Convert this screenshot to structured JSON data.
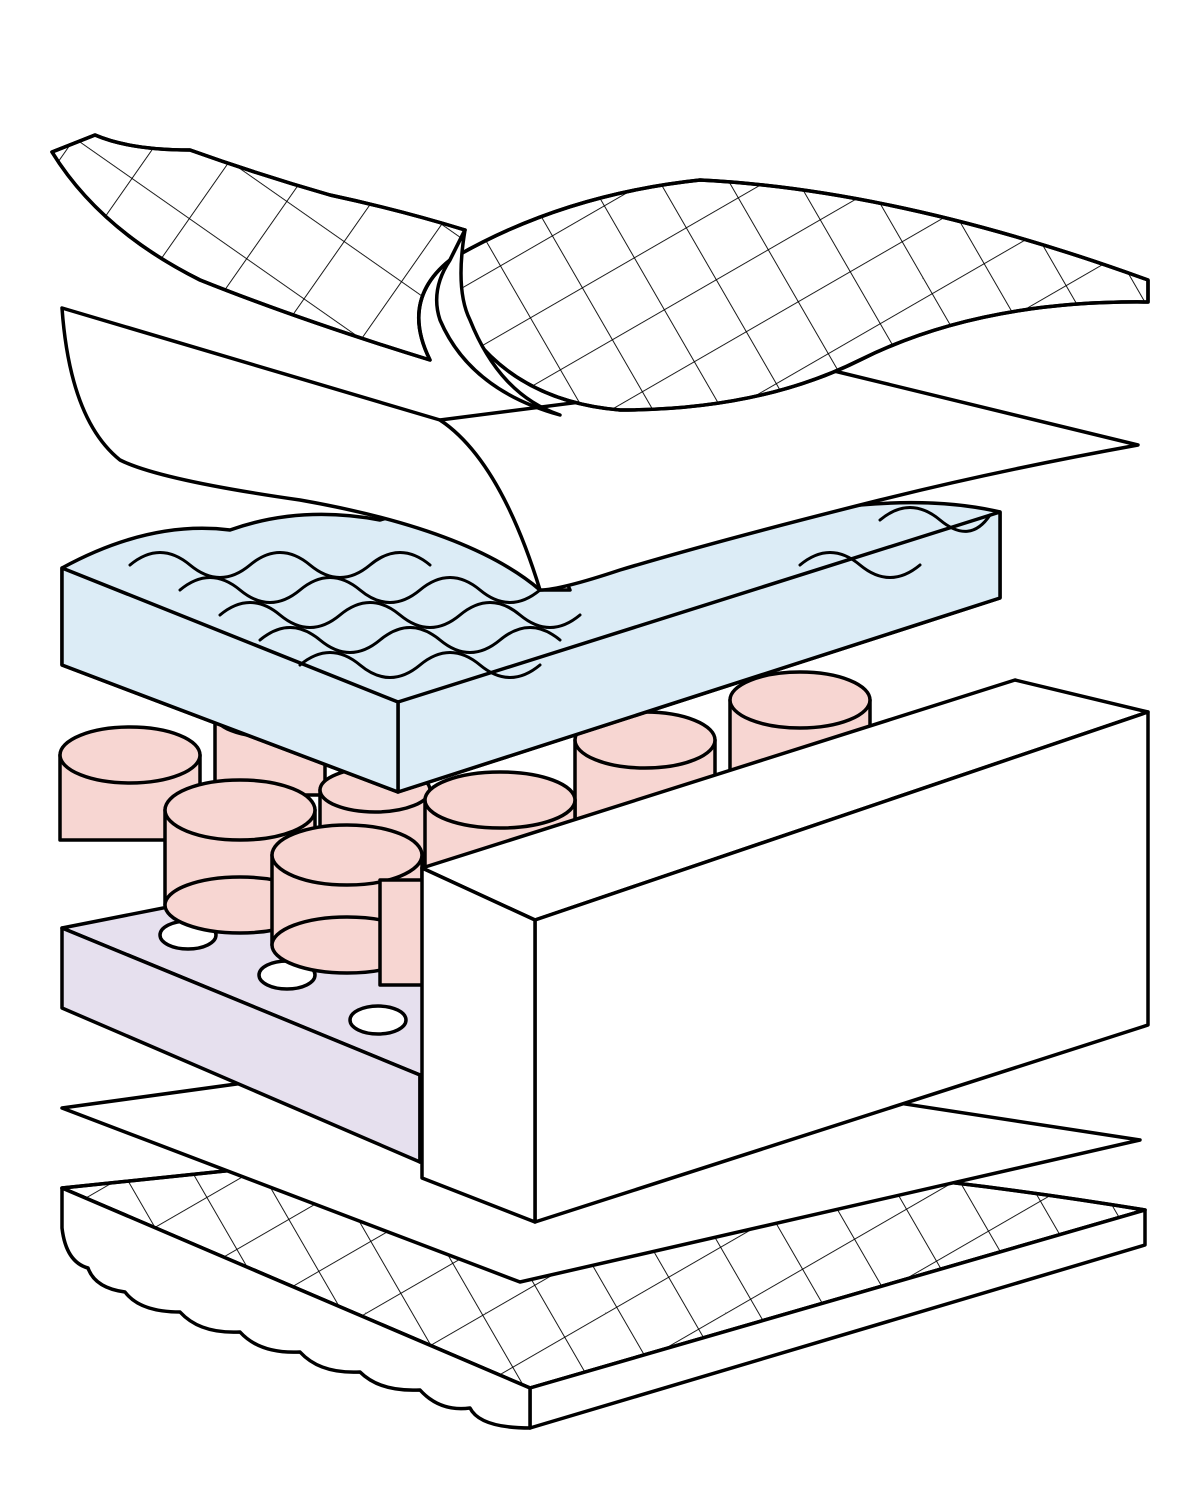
{
  "colors": {
    "outline": "#000000",
    "background": "#ffffff",
    "foam_blue": "#dcecf6",
    "spring_pink": "#f7d6d2",
    "base_lavender": "#e6e0ee",
    "white_layer": "#ffffff"
  },
  "layers": [
    {
      "id": "quilted-top-cover",
      "pattern": "quilted-grid"
    },
    {
      "id": "top-fabric-sheet",
      "pattern": "plain"
    },
    {
      "id": "wave-foam-layer",
      "pattern": "wave"
    },
    {
      "id": "pocket-springs-layer",
      "pattern": "cylinders"
    },
    {
      "id": "perforated-base-foam",
      "pattern": "holes"
    },
    {
      "id": "edge-foam-block",
      "pattern": "plain"
    },
    {
      "id": "bottom-fabric-sheet",
      "pattern": "plain"
    },
    {
      "id": "quilted-bottom-cover",
      "pattern": "quilted-grid"
    }
  ]
}
